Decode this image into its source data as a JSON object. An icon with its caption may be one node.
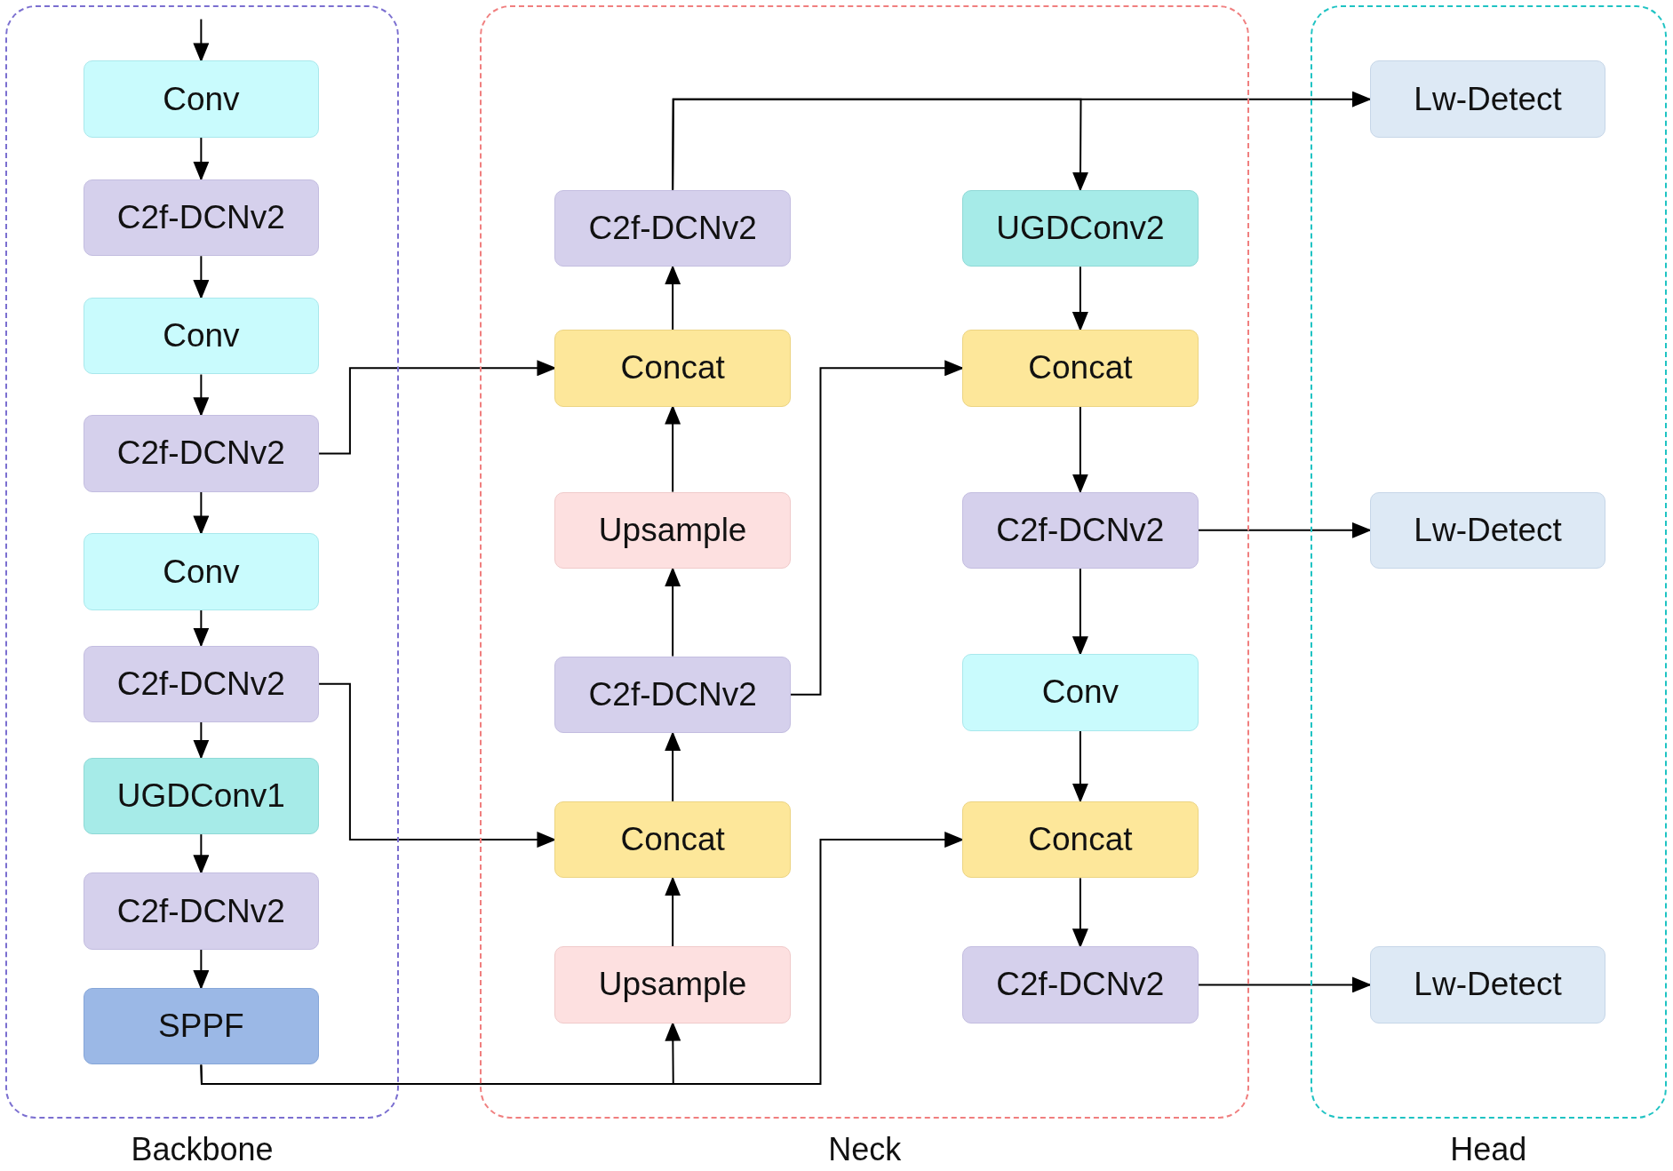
{
  "diagram": {
    "nodes": [
      {
        "text": [
          "Backbone"
        ]
      },
      {
        "text": [
          "Conv"
        ],
        "in": 0
      },
      {
        "text": [
          "C2f-DCNv2"
        ],
        "in": 0
      },
      {
        "text": [
          "Conv"
        ],
        "in": 0
      },
      {
        "text": [
          "C2f-DCNv2"
        ],
        "in": 0
      },
      {
        "text": [
          "Conv"
        ],
        "in": 0
      },
      {
        "text": [
          "C2f-DCNv2"
        ],
        "in": 0
      },
      {
        "text": [
          "UGDConv1"
        ],
        "in": 0
      },
      {
        "text": [
          "C2f-DCNv2"
        ],
        "in": 0
      },
      {
        "text": [
          "SPPF"
        ],
        "in": 0
      },
      {
        "text": [
          "Neck"
        ]
      },
      {
        "text": [
          "C2f-DCNv2"
        ],
        "in": 10
      },
      {
        "text": [
          "Concat"
        ],
        "in": 10
      },
      {
        "text": [
          "Upsample"
        ],
        "in": 10
      },
      {
        "text": [
          "C2f-DCNv2"
        ],
        "in": 10
      },
      {
        "text": [
          "Concat"
        ],
        "in": 10
      },
      {
        "text": [
          "Upsample"
        ],
        "in": 10
      },
      {
        "text": [
          "UGDConv2"
        ],
        "in": 10
      },
      {
        "text": [
          "Concat"
        ],
        "in": 10
      },
      {
        "text": [
          "C2f-DCNv2"
        ],
        "in": 10
      },
      {
        "text": [
          "Conv"
        ],
        "in": 10
      },
      {
        "text": [
          "Concat"
        ],
        "in": 10
      },
      {
        "text": [
          "C2f-DCNv2"
        ],
        "in": 10
      },
      {
        "text": [
          "Head"
        ]
      },
      {
        "text": [
          "Lw-Detect"
        ],
        "in": 23
      },
      {
        "text": [
          "Lw-Detect"
        ],
        "in": 23
      },
      {
        "text": [
          "Lw-Detect"
        ],
        "in": 23
      }
    ],
    "edges": [
      {
        "from": null,
        "to": 1,
        "arrow": "to"
      },
      {
        "from": 1,
        "to": 2,
        "arrow": "to"
      },
      {
        "from": 2,
        "to": 3,
        "arrow": "to"
      },
      {
        "from": 3,
        "to": 4,
        "arrow": "to"
      },
      {
        "from": 4,
        "to": 5,
        "arrow": "to"
      },
      {
        "from": 5,
        "to": 6,
        "arrow": "to"
      },
      {
        "from": 6,
        "to": 7,
        "arrow": "to"
      },
      {
        "from": 7,
        "to": 8,
        "arrow": "to"
      },
      {
        "from": 8,
        "to": 9,
        "arrow": "to"
      },
      {
        "from": 4,
        "to": 12,
        "arrow": "to"
      },
      {
        "from": 6,
        "to": 15,
        "arrow": "to"
      },
      {
        "from": 9,
        "to": 16,
        "arrow": "to"
      },
      {
        "from": 9,
        "to": 21,
        "arrow": "to"
      },
      {
        "from": 16,
        "to": 15,
        "arrow": "to"
      },
      {
        "from": 15,
        "to": 14,
        "arrow": "to"
      },
      {
        "from": 14,
        "to": 13,
        "arrow": "to"
      },
      {
        "from": 13,
        "to": 12,
        "arrow": "to"
      },
      {
        "from": 12,
        "to": 11,
        "arrow": "to"
      },
      {
        "from": 14,
        "to": 18,
        "arrow": "to"
      },
      {
        "from": 11,
        "to": 24,
        "arrow": "to"
      },
      {
        "from": 11,
        "to": 17,
        "arrow": "to"
      },
      {
        "from": 17,
        "to": 18,
        "arrow": "to"
      },
      {
        "from": 18,
        "to": 19,
        "arrow": "to"
      },
      {
        "from": 19,
        "to": 20,
        "arrow": "to"
      },
      {
        "from": 20,
        "to": 21,
        "arrow": "to"
      },
      {
        "from": 21,
        "to": 22,
        "arrow": "to"
      },
      {
        "from": 19,
        "to": 25,
        "arrow": "to"
      },
      {
        "from": 22,
        "to": 26,
        "arrow": "to"
      }
    ]
  }
}
